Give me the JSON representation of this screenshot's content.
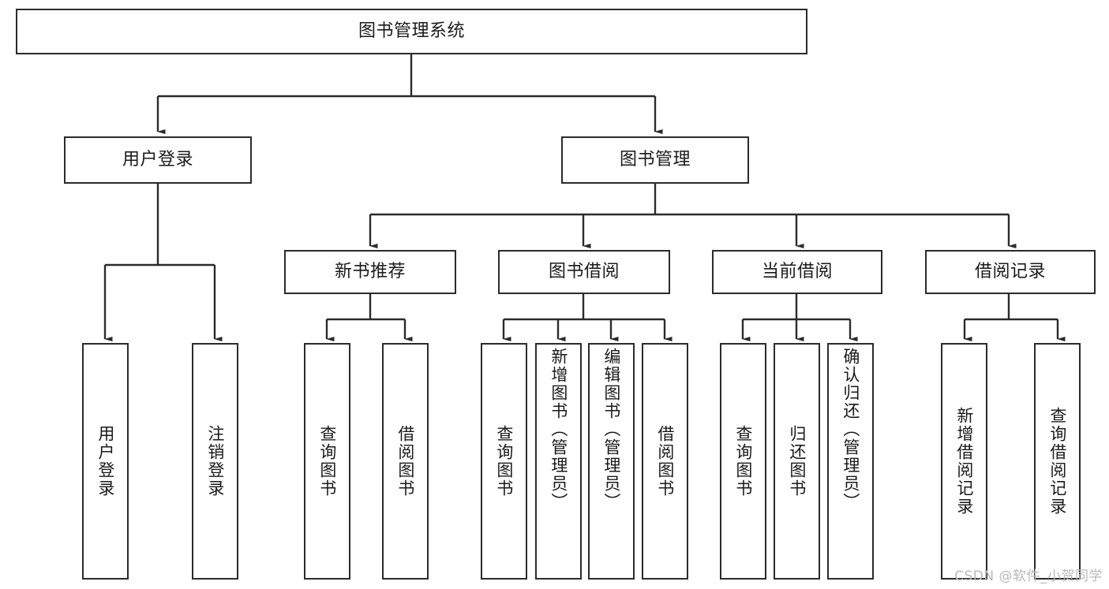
{
  "diagram": {
    "title": "图书管理系统",
    "type": "tree",
    "watermark": "CSDN @软件_小贺同学",
    "colors": {
      "node_border": "#2b2b2b",
      "node_fill": "#ffffff",
      "edge": "#2b2b2b",
      "text": "#1a1a1a",
      "watermark": "#b9b9b9",
      "background": "#ffffff"
    },
    "levels": {
      "root": "图书管理系统",
      "level2": [
        "用户登录",
        "图书管理"
      ],
      "level3": [
        "新书推荐",
        "图书借阅",
        "当前借阅",
        "借阅记录"
      ]
    },
    "nodes": {
      "root": {
        "label": "图书管理系统"
      },
      "user_login": {
        "label": "用户登录"
      },
      "book_manage": {
        "label": "图书管理"
      },
      "new_book_rec": {
        "label": "新书推荐"
      },
      "book_borrow": {
        "label": "图书借阅"
      },
      "current_borrow": {
        "label": "当前借阅"
      },
      "borrow_record": {
        "label": "借阅记录"
      },
      "leaf_user_login": {
        "label": "用户登录"
      },
      "leaf_logout": {
        "label": "注销登录"
      },
      "leaf_query_book_1": {
        "label": "查询图书"
      },
      "leaf_borrow_book_1": {
        "label": "借阅图书"
      },
      "leaf_query_book_2": {
        "label": "查询图书"
      },
      "leaf_add_book": {
        "label": "新增图书（管理员）"
      },
      "leaf_edit_book": {
        "label": "编辑图书（管理员）"
      },
      "leaf_borrow_book_2": {
        "label": "借阅图书"
      },
      "leaf_query_book_3": {
        "label": "查询图书"
      },
      "leaf_return_book": {
        "label": "归还图书"
      },
      "leaf_confirm_return": {
        "label": "确认归还（管理员）"
      },
      "leaf_add_record": {
        "label": "新增借阅记录"
      },
      "leaf_query_record": {
        "label": "查询借阅记录"
      }
    },
    "edges": [
      {
        "from": "root",
        "to": "user_login"
      },
      {
        "from": "root",
        "to": "book_manage"
      },
      {
        "from": "user_login",
        "to": "leaf_user_login"
      },
      {
        "from": "user_login",
        "to": "leaf_logout"
      },
      {
        "from": "book_manage",
        "to": "new_book_rec"
      },
      {
        "from": "book_manage",
        "to": "book_borrow"
      },
      {
        "from": "book_manage",
        "to": "current_borrow"
      },
      {
        "from": "book_manage",
        "to": "borrow_record"
      },
      {
        "from": "new_book_rec",
        "to": "leaf_query_book_1"
      },
      {
        "from": "new_book_rec",
        "to": "leaf_borrow_book_1"
      },
      {
        "from": "book_borrow",
        "to": "leaf_query_book_2"
      },
      {
        "from": "book_borrow",
        "to": "leaf_add_book"
      },
      {
        "from": "book_borrow",
        "to": "leaf_edit_book"
      },
      {
        "from": "book_borrow",
        "to": "leaf_borrow_book_2"
      },
      {
        "from": "current_borrow",
        "to": "leaf_query_book_3"
      },
      {
        "from": "current_borrow",
        "to": "leaf_return_book"
      },
      {
        "from": "current_borrow",
        "to": "leaf_confirm_return"
      },
      {
        "from": "borrow_record",
        "to": "leaf_add_record"
      },
      {
        "from": "borrow_record",
        "to": "leaf_query_record"
      }
    ]
  }
}
